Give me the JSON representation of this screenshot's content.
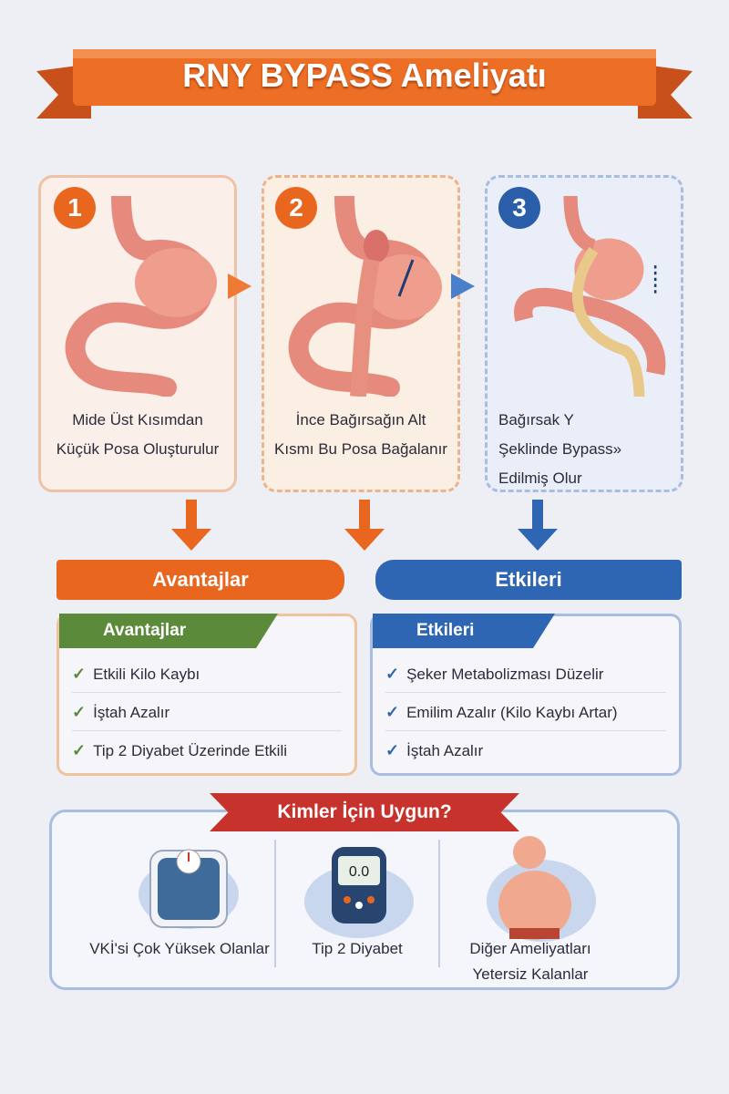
{
  "title": "RNY BYPASS Ameliyatı",
  "steps": [
    {
      "number": "1",
      "lines": [
        "Mide Üst Kısımdan",
        "Küçük Posa Oluşturulur"
      ]
    },
    {
      "number": "2",
      "lines": [
        "İnce Bağırsağın Alt",
        "Kısmı Bu Posa Bağalanır"
      ]
    },
    {
      "number": "3",
      "lines": [
        "Bağırsak Y",
        "Şeklinde Bypass»",
        "Edilmiş Olur"
      ]
    }
  ],
  "banners": {
    "left": "Avantajlar",
    "right": "Etkileri"
  },
  "advantages": {
    "title": "Avantajlar",
    "items": [
      "Etkili Kilo Kaybı",
      "İştah Azalır",
      "Tip 2 Diyabet Üzerinde Etkili"
    ]
  },
  "effects": {
    "title": "Etkileri",
    "items": [
      "Şeker Metabolizması Düzelir",
      "Emilim Azalır (Kilo Kaybı Artar)",
      "İştah Azalır"
    ]
  },
  "who": {
    "title": "Kimler İçin Uygun?",
    "items": [
      "VKİ'si Çok Yüksek Olanlar",
      "Tip 2 Diyabet",
      "Diğer Ameliyatları Yetersiz Kalanlar"
    ],
    "meter_reading": "0.0",
    "check_mark": "✓"
  },
  "colors": {
    "orange": "#e9661f",
    "blue": "#2f66b3",
    "red": "#c7332c",
    "green": "#5b8a3a"
  }
}
